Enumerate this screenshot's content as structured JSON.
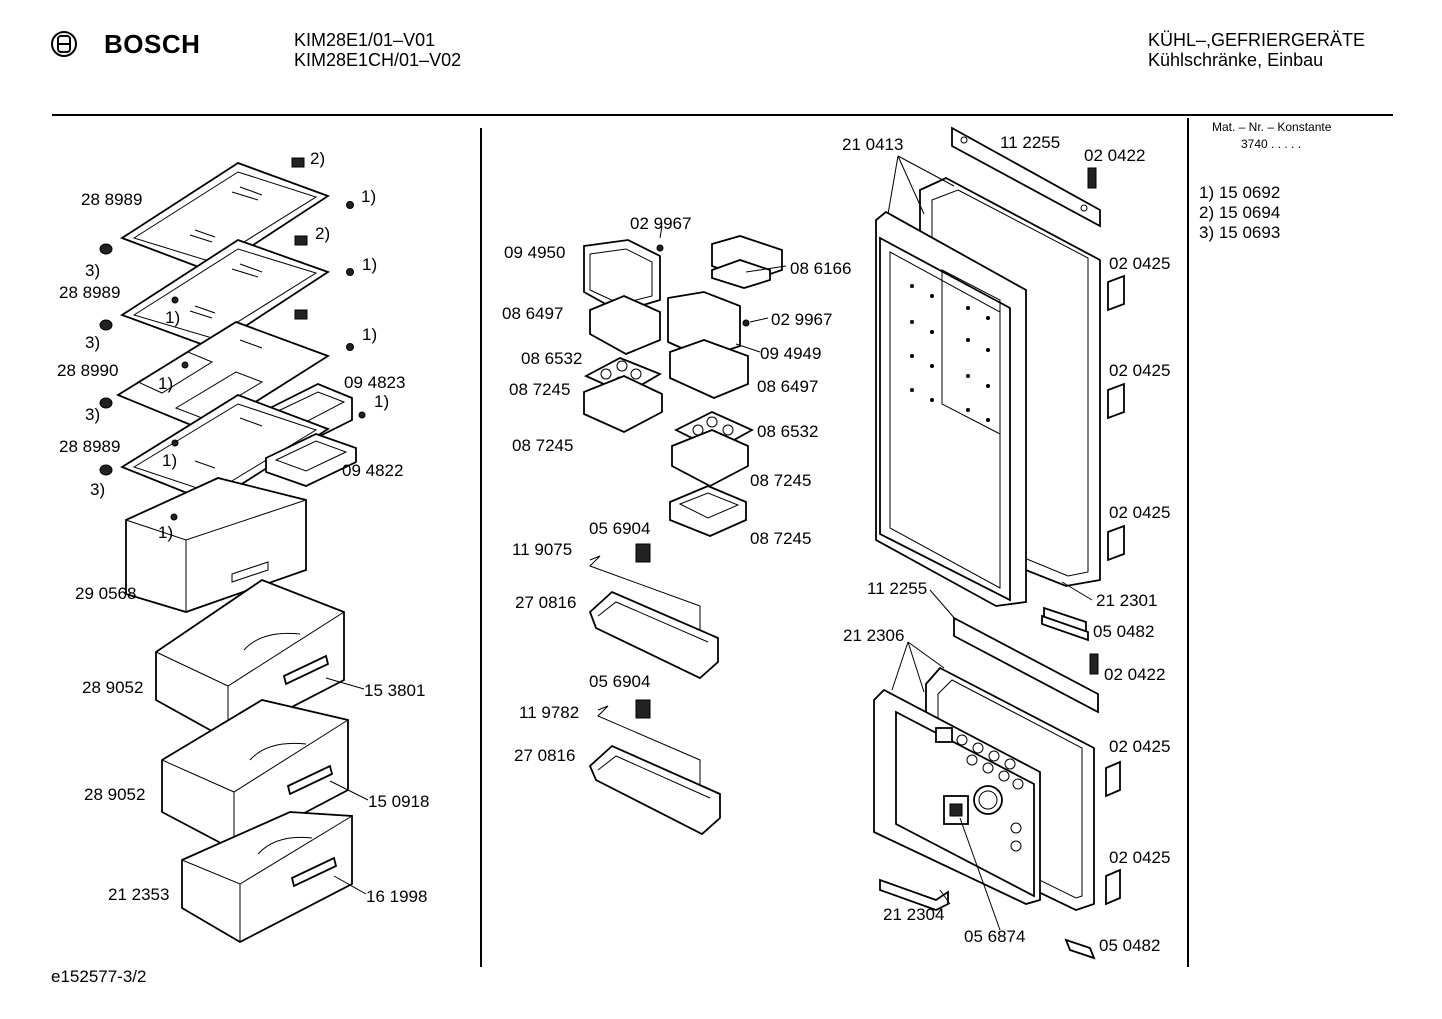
{
  "header": {
    "brand": "BOSCH",
    "models": [
      "KIM28E1/01–V01",
      "KIM28E1CH/01–V02"
    ],
    "category": "KÜHL–,GEFRIERGERÄTE",
    "subcategory": "Kühlschränke, Einbau"
  },
  "legend": {
    "title": "Mat. – Nr. – Konstante",
    "constant": "3740  .  .  .  .  .",
    "items": [
      "1)  15 0692",
      "2)  15 0694",
      "3)  15 0693"
    ]
  },
  "footer": {
    "drawing_id": "e152577-3/2"
  },
  "left_labels": [
    "28 8989",
    "2)",
    "1)",
    "3)",
    "28 8989",
    "2)",
    "1)",
    "1)",
    "3)",
    "28 8990",
    "1)",
    "1)",
    "3)",
    "09 4823",
    "1)",
    "28 8989",
    "1)",
    "09 4822",
    "3)",
    "1)",
    "29 0568",
    "28 9052",
    "15 3801",
    "28 9052",
    "15 0918",
    "21 2353",
    "16 1998"
  ],
  "middle_labels": [
    "02 9967",
    "09 4950",
    "08 6166",
    "08 6497",
    "02 9967",
    "08 6532",
    "09 4949",
    "08 7245",
    "08 6497",
    "08 7245",
    "08 6532",
    "08 7245",
    "08 7245",
    "05 6904",
    "11 9075",
    "27 0816",
    "05 6904",
    "11 9782",
    "27 0816"
  ],
  "right_labels": [
    "21 0413",
    "11 2255",
    "02 0422",
    "02 0425",
    "02 0425",
    "02 0425",
    "11 2255",
    "21 2301",
    "21 2306",
    "05 0482",
    "02 0422",
    "02 0425",
    "02 0425",
    "21 2304",
    "05 6874",
    "05 0482"
  ]
}
